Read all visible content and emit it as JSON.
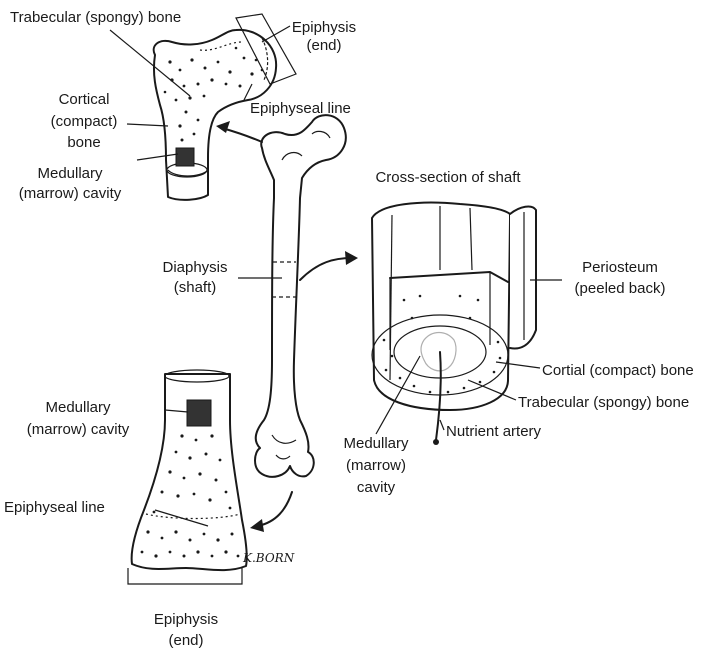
{
  "labels": {
    "top_trabecular": "Trabecular (spongy) bone",
    "top_epiphysis_1": "Epiphysis",
    "top_epiphysis_2": "(end)",
    "top_cortical_1": "Cortical",
    "top_cortical_2": "(compact)",
    "top_cortical_3": "bone",
    "top_epiphyseal_line": "Epiphyseal line",
    "top_medullary_1": "Medullary",
    "top_medullary_2": "(marrow) cavity",
    "cross_section_title": "Cross-section of shaft",
    "diaphysis_1": "Diaphysis",
    "diaphysis_2": "(shaft)",
    "periosteum_1": "Periosteum",
    "periosteum_2": "(peeled back)",
    "cortial_compact": "Cortial (compact) bone",
    "cross_trabecular": "Trabecular (spongy) bone",
    "nutrient_artery": "Nutrient artery",
    "cross_medullary_1": "Medullary",
    "cross_medullary_2": "(marrow)",
    "cross_medullary_3": "cavity",
    "bottom_medullary_1": "Medullary",
    "bottom_medullary_2": "(marrow) cavity",
    "bottom_epiphyseal_line": "Epiphyseal line",
    "bottom_epiphysis_1": "Epiphysis",
    "bottom_epiphysis_2": "(end)"
  },
  "signature": "K.BORN"
}
